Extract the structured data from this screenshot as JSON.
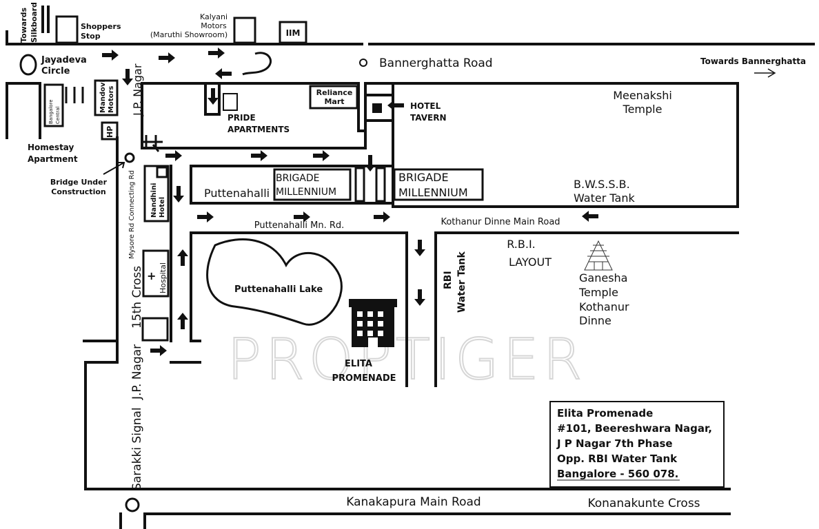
{
  "colors": {
    "ink": "#111111",
    "background": "#ffffff",
    "watermark": "#d7d7d7"
  },
  "watermark": "PROPTIGER",
  "landmarks": {
    "towards_silkboard": [
      "Towards",
      "Silkboard"
    ],
    "shoppers_stop": [
      "Shoppers",
      "Stop"
    ],
    "kalyani_motors": [
      "Kalyani",
      "Motors",
      "(Maruthi Showroom)"
    ],
    "iim": "IIM",
    "jayadeva_circle": [
      "Jayadeva",
      "Circle"
    ],
    "bannerghatta_road": "Bannerghatta Road",
    "towards_bannerghatta": "Towards Bannerghatta",
    "jp_nagar_top": "J.P. Nagar",
    "mandovi_motors": [
      "Mandovi",
      "Motors"
    ],
    "bangalore_central": [
      "Bangalore",
      "Central"
    ],
    "hp": "HP",
    "homestay_apartment": [
      "Homestay",
      "Apartment"
    ],
    "pride_apartments": [
      "PRIDE",
      "APARTMENTS"
    ],
    "reliance_mart": [
      "Reliance",
      "Mart"
    ],
    "hotel_tavern": [
      "HOTEL",
      "TAVERN"
    ],
    "meenakshi_temple": [
      "Meenakshi",
      "Temple"
    ],
    "bridge_under_construction": [
      "Bridge Under",
      "Construction"
    ],
    "nandhini_hotel": [
      "Nandhini",
      "Hotel"
    ],
    "mysore_rd_connecting": "Mysore Rd Connecting Rd",
    "puttenahalli": "Puttenahalli",
    "brigade_millennium_left": [
      "BRIGADE",
      "MILLENNIUM"
    ],
    "brigade_millennium_right": [
      "BRIGADE",
      "MILLENNIUM"
    ],
    "bwssb_water_tank": [
      "B.W.S.S.B.",
      "Water Tank"
    ],
    "puttenahalli_mn_rd": "Puttenahalli Mn. Rd.",
    "kothanur_dinne_main_road": "Kothanur Dinne Main Road",
    "rbi_water_tank": [
      "RBI",
      "Water Tank"
    ],
    "rbi_layout": [
      "R.B.I.",
      "LAYOUT"
    ],
    "ganesha_temple": [
      "Ganesha",
      "Temple",
      "Kothanur",
      "Dinne"
    ],
    "hospital": "Hospital",
    "cross_15th": "15th Cross",
    "puttenahalli_lake": "Puttenahalli Lake",
    "elita_promenade": [
      "ELITA",
      "PROMENADE"
    ],
    "jp_nagar_bottom": "J.P. Nagar",
    "sarakki_signal": "Sarakki Signal",
    "kanakapura_main_road": "Kanakapura Main Road",
    "konanakunte_cross": "Konanakunte Cross"
  },
  "address": [
    "Elita Promenade",
    "#101, Beereshwara Nagar,",
    "J P Nagar 7th Phase",
    "Opp. RBI Water Tank",
    "Bangalore - 560 078."
  ]
}
